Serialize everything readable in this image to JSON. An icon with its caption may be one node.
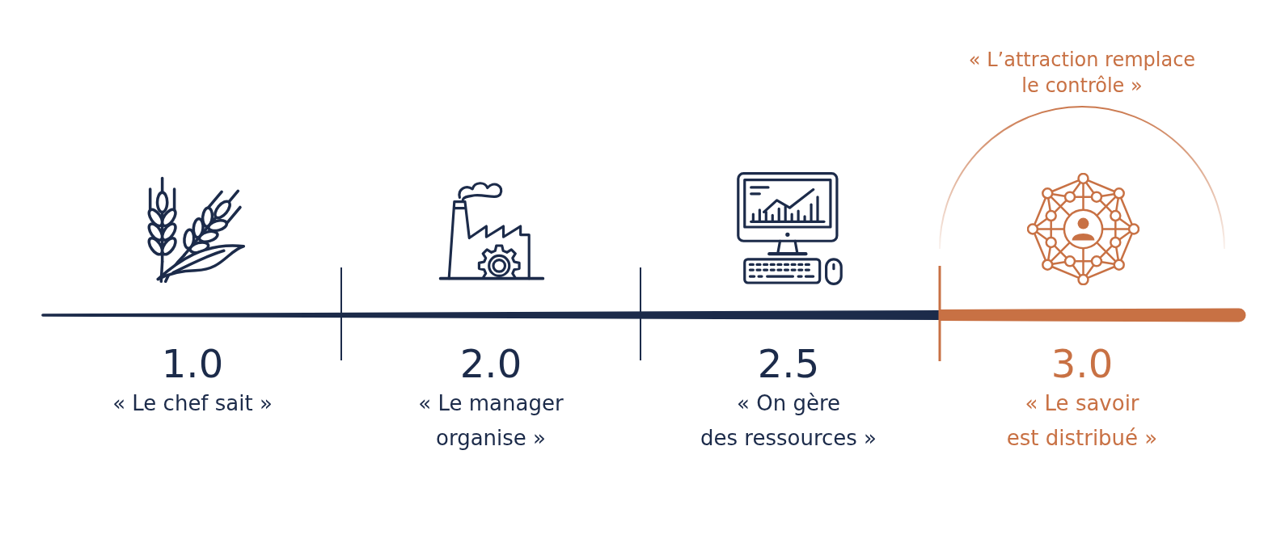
{
  "diagram": {
    "labels": [
      "« L’attraction remplace le contrôle »",
      "1.0",
      "« Le chef sait »",
      "2.0",
      "« Le manager organise »",
      "2.5",
      "« On gère des ressources »",
      "3.0",
      "« Le savoir est distribué »"
    ]
  }
}
